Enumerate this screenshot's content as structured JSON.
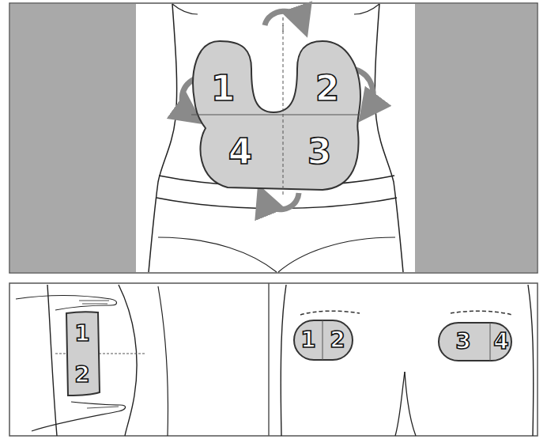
{
  "diagram": {
    "nodes": [
      {
        "text": [
          "1",
          "2",
          "4",
          "3"
        ]
      },
      {
        "text": [
          "1",
          "2"
        ]
      },
      {
        "text": [
          "1",
          "2"
        ]
      },
      {
        "text": [
          "3",
          "4"
        ]
      }
    ]
  }
}
